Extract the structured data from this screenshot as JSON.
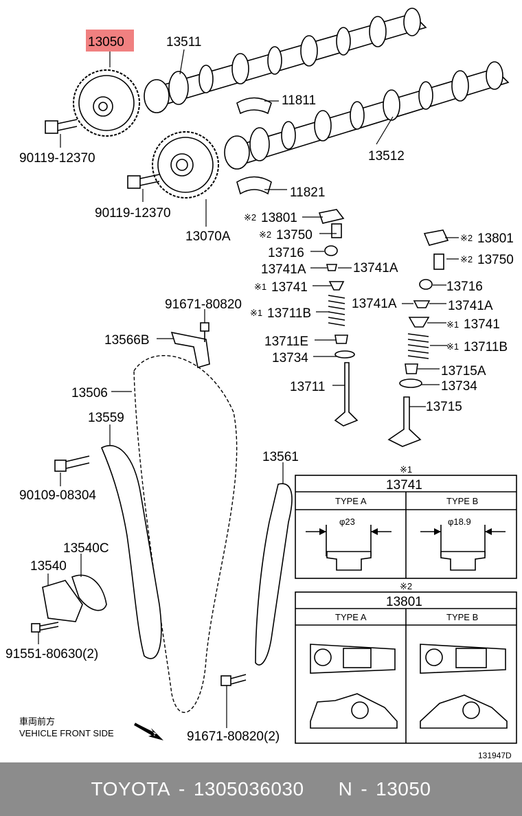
{
  "highlight_color": "#f08080",
  "footer_bg": "#8c8c8c",
  "labels": {
    "p13050": "13050",
    "p13511": "13511",
    "p11811": "11811",
    "p13512": "13512",
    "p11821": "11821",
    "p90119a": "90119-12370",
    "p90119b": "90119-12370",
    "p13070a": "13070A",
    "p13801l": "13801",
    "p13750l": "13750",
    "p13716l": "13716",
    "p13741al1": "13741A",
    "p13741al2": "13741A",
    "p13741l": "13741",
    "p13711bl": "13711B",
    "p13711el": "13711E",
    "p13734l": "13734",
    "p13711l": "13711",
    "p13801r": "13801",
    "p13750r": "13750",
    "p13716r": "13716",
    "p13741ar1": "13741A",
    "p13741ar2": "13741A",
    "p13741r": "13741",
    "p13711br": "13711B",
    "p13715a": "13715A",
    "p13734r": "13734",
    "p13715": "13715",
    "p91671a": "91671-80820",
    "p13566b": "13566B",
    "p13506": "13506",
    "p13559": "13559",
    "p90109": "90109-08304",
    "p13540c": "13540C",
    "p13540": "13540",
    "p91551": "91551-80630(2)",
    "p13561": "13561",
    "p91671b": "91671-80820(2)",
    "mark1_l2": "※2",
    "mark1_l3": "※2",
    "mark2_l1": "※1",
    "mark2_l2": "※1",
    "mark2_r1": "※2",
    "mark2_r2": "※2",
    "mark2_r3": "※1",
    "mark2_r4": "※1"
  },
  "direction": {
    "jp": "車両前方",
    "en": "VEHICLE FRONT SIDE"
  },
  "table1": {
    "mark": "※1",
    "part": "13741",
    "col_a": "TYPE A",
    "col_b": "TYPE B",
    "dim_a": "φ23",
    "dim_b": "φ18.9"
  },
  "table2": {
    "mark": "※2",
    "part": "13801",
    "col_a": "TYPE A",
    "col_b": "TYPE B"
  },
  "drawing_no": "131947D",
  "footer": {
    "brand": "TOYOTA",
    "sep1": "-",
    "part_no": "1305036030",
    "suffix": "N",
    "sep2": "-",
    "ref": "13050"
  }
}
